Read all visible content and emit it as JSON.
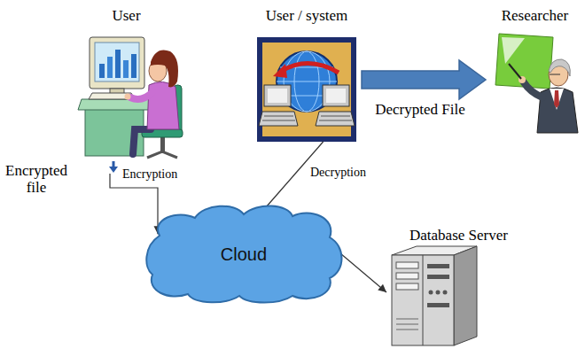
{
  "diagram": {
    "nodes": [
      {
        "text": [
          "User"
        ]
      },
      {
        "text": [
          "User / system"
        ]
      },
      {
        "text": [
          "Researcher"
        ]
      },
      {
        "text": [
          "Cloud"
        ]
      },
      {
        "text": [
          "Database Server"
        ]
      }
    ],
    "edges": [
      {
        "from": 0,
        "to": 3,
        "arrow": "to",
        "label": "Encryption"
      },
      {
        "from": 3,
        "to": 1,
        "arrow": "none",
        "label": "Decryption"
      },
      {
        "from": 1,
        "to": 2,
        "arrow": "to",
        "label": "Decrypted File"
      },
      {
        "from": 3,
        "to": 4,
        "arrow": "to"
      }
    ],
    "labels": [
      "Encrypted file"
    ]
  }
}
